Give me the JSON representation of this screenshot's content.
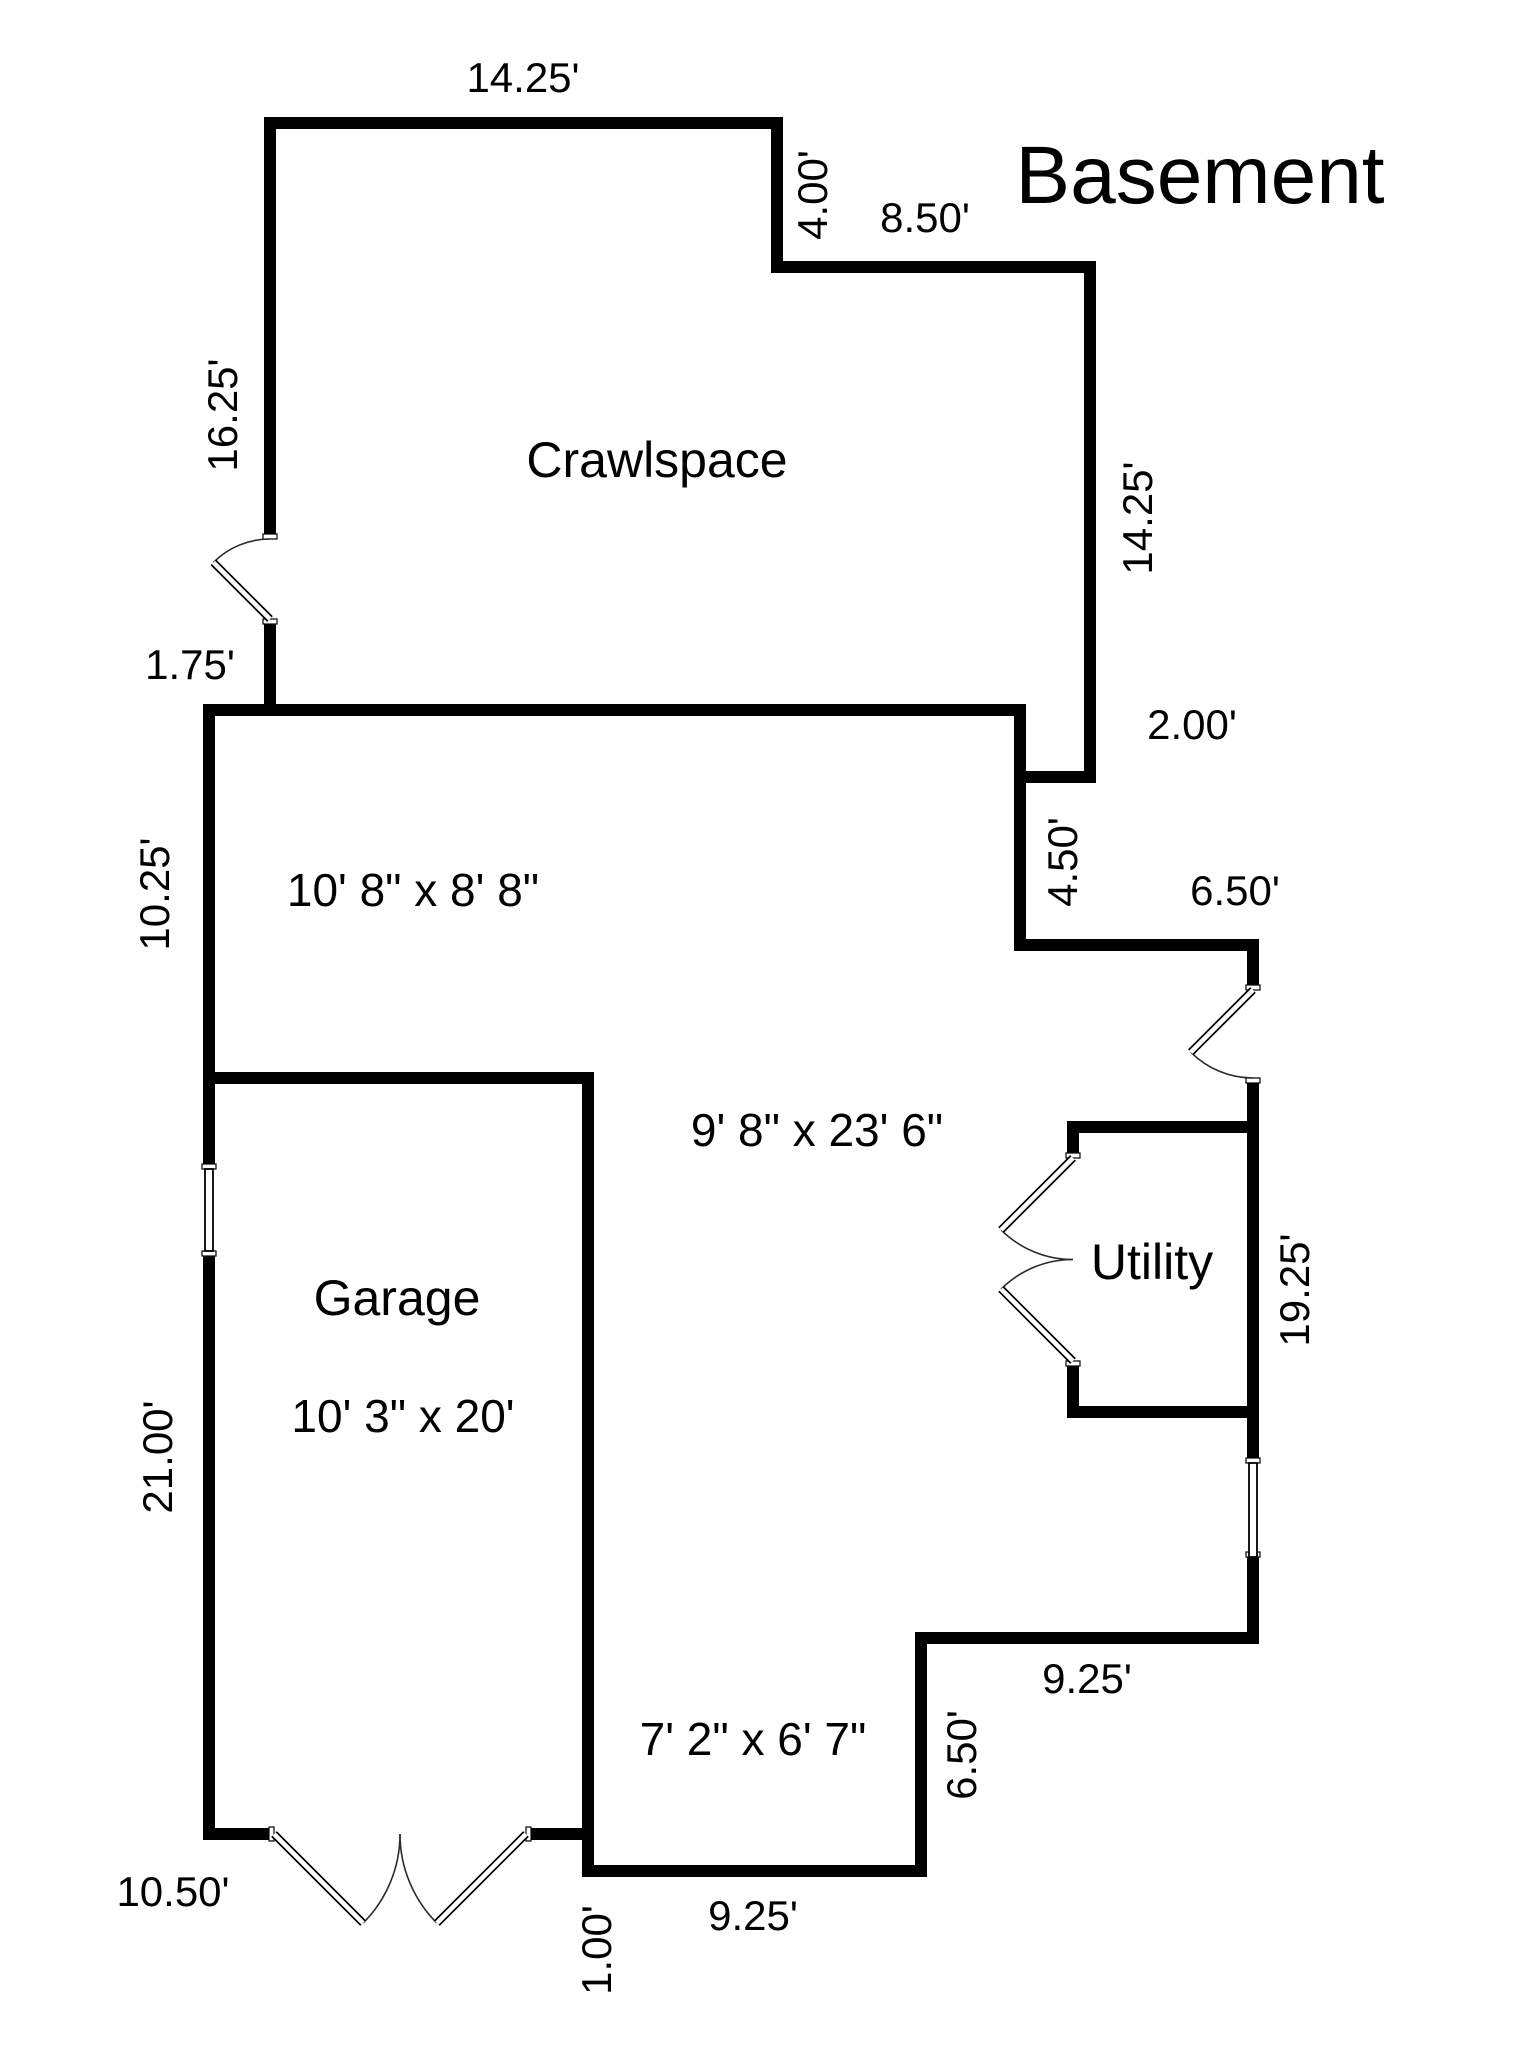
{
  "plan": {
    "title": "Basement",
    "rooms": {
      "crawlspace": {
        "label": "Crawlspace"
      },
      "garage": {
        "label": "Garage",
        "size": "10' 3\" x 20'"
      },
      "utility": {
        "label": "Utility"
      },
      "upper": {
        "size": "10' 8\" x 8' 8\""
      },
      "main": {
        "size": "9' 8\" x 23' 6\""
      },
      "lower": {
        "size": "7' 2\" x 6' 7\""
      }
    },
    "dims": {
      "crawl_top_width": "14.25'",
      "crawl_step_height": "4.00'",
      "crawl_step_width": "8.50'",
      "crawl_left_height": "16.25'",
      "crawl_right_height": "14.25'",
      "crawl_left_offset": "1.75'",
      "crawl_right_offset": "2.00'",
      "upper_left_height": "10.25'",
      "right_upper_height": "4.50'",
      "right_step_width": "6.50'",
      "right_wall_height": "19.25'",
      "garage_left_height": "21.00'",
      "bottom_right_width": "9.25'",
      "bottom_right_height": "6.50'",
      "bottom_center_width": "9.25'",
      "garage_bottom_width": "10.50'",
      "bottom_step_height": "1.00'"
    }
  }
}
